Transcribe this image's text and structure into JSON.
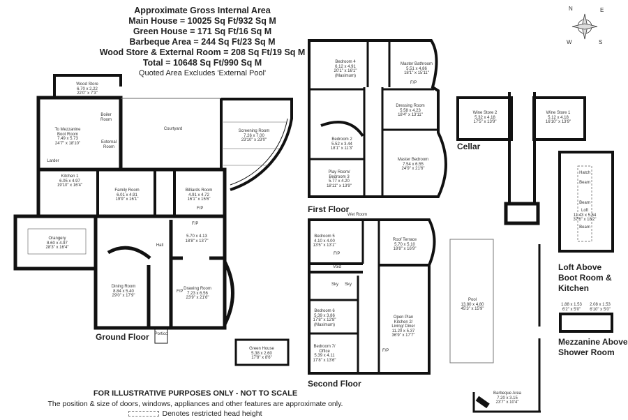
{
  "header": {
    "title": "Approximate Gross Internal Area",
    "lines": [
      "Main House = 10025 Sq Ft/932 Sq M",
      "Green House = 171 Sq Ft/16 Sq M",
      "Barbeque Area  = 244 Sq Ft/23 Sq M",
      "Wood Store & External Room = 208 Sq Ft/19 Sq M",
      "Total = 10648 Sq Ft/990 Sq M"
    ],
    "note": "Quoted Area Excludes 'External Pool'"
  },
  "compass": {
    "n": "N",
    "e": "E",
    "s": "S",
    "w": "W"
  },
  "ground_floor": {
    "title": "Ground Floor",
    "fp": "F/P",
    "rooms": [
      {
        "name": "Wood Store",
        "metric": "6.70 x 2.22",
        "imperial": "22'0\" x 7'3\""
      },
      {
        "note": "To Mezzanine",
        "name": "Boot Room",
        "metric": "7.49 x 5.73",
        "imperial": "24'7\" x 18'10\""
      },
      {
        "name": "Boiler",
        "name2": "Room"
      },
      {
        "name": "External",
        "name2": "Room"
      },
      {
        "name": "Larder"
      },
      {
        "name": "Courtyard"
      },
      {
        "name": "Screening Room",
        "metric": "7.26 x 7.00",
        "imperial": "23'10\" x 23'0\""
      },
      {
        "name": "Kitchen 1",
        "metric": "6.05 x 4.97",
        "imperial": "19'10\" x 16'4\""
      },
      {
        "name": "Family Room",
        "metric": "6.01 x 4.91",
        "imperial": "19'9\" x 16'1\""
      },
      {
        "name": "Billiards Room",
        "metric": "4.91 x 4.72",
        "imperial": "16'1\" x 15'6\""
      },
      {
        "name": "Orangery",
        "metric": "8.60 x 4.97",
        "imperial": "28'3\" x 16'4\""
      },
      {
        "name": "Hall"
      },
      {
        "metric": "5.70 x 4.13",
        "imperial": "18'8\" x 13'7\""
      },
      {
        "name": "Dining Room",
        "metric": "8.84 x 5.40",
        "imperial": "29'0\" x 17'9\""
      },
      {
        "name": "Drawing Room",
        "metric": "7.23 x 6.56",
        "imperial": "23'9\" x 21'6\""
      },
      {
        "name": "Portico"
      }
    ]
  },
  "green_house": {
    "name": "Green House",
    "metric": "5.38 x 2.60",
    "imperial": "17'8\" x 8'6\""
  },
  "first_floor": {
    "title": "First Floor",
    "fp": "F/P",
    "rooms": [
      {
        "name": "Bedroom 4",
        "metric": "6.12 x 4.91",
        "imperial": "20'1\" x 16'1\"",
        "note": "(Maximum)"
      },
      {
        "name": "Master Bathroom",
        "metric": "5.51 x 4.86",
        "imperial": "18'1\" x 15'11\""
      },
      {
        "name": "Dressing Room",
        "metric": "5.58 x 4.23",
        "imperial": "18'4\" x 13'11\""
      },
      {
        "name": "Bedroom 2",
        "metric": "5.52 x 3.44",
        "imperial": "18'1\" x 11'3\""
      },
      {
        "name": "Master Bedroom",
        "metric": "7.54 x 6.55",
        "imperial": "24'9\" x 21'6\""
      },
      {
        "name": "Play Room/",
        "name2": "Bedroom 3",
        "metric": "5.77 x 4.20",
        "imperial": "18'11\" x 13'9\""
      }
    ]
  },
  "second_floor": {
    "title": "Second Floor",
    "fp": "F/P",
    "sky": "Sky",
    "rooms": [
      {
        "name": "Wet Room"
      },
      {
        "name": "Bedroom 5",
        "metric": "4.10 x 4.00",
        "imperial": "13'5\" x 13'1\""
      },
      {
        "name": "Roof Terrace",
        "metric": "5.70 x 5.10",
        "imperial": "18'8\" x 16'9\""
      },
      {
        "name": "Void"
      },
      {
        "name": "Bedroom 6",
        "metric": "5.39 x 3.86",
        "imperial": "17'8\" x 12'8\"",
        "note": "(Maximum)"
      },
      {
        "name": "Open Plan",
        "name2": "Kitchen 2/",
        "name3": "Living/ Diner",
        "metric": "11.20 x 5.37",
        "imperial": "36'9\" x 17'7\""
      },
      {
        "name": "Bedroom 7/",
        "name2": "Office",
        "metric": "5.39 x 4.11",
        "imperial": "17'8\" x 13'6\""
      }
    ]
  },
  "cellar": {
    "title": "Cellar",
    "rooms": [
      {
        "name": "Wine Store 2",
        "metric": "5.32 x 4.18",
        "imperial": "17'5\" x 13'9\""
      },
      {
        "name": "Wine Store 1",
        "metric": "5.12 x 4.18",
        "imperial": "16'10\" x 13'9\""
      }
    ]
  },
  "loft": {
    "title_lines": [
      "Loft Above",
      "Boot Room &",
      "Kitchen"
    ],
    "hatch": "Hatch",
    "beam": "Beam",
    "name": "Loft",
    "metric": "11.43 x 5.54",
    "imperial": "37'6\" x 18'2\""
  },
  "pool": {
    "name": "Pool",
    "metric": "13.80 x 4.80",
    "imperial": "45'3\" x 15'9\""
  },
  "barbeque": {
    "name": "Barbeque Area",
    "metric": "7.20 x 3.15",
    "imperial": "23'7\" x 10'4\""
  },
  "mezzanine": {
    "title_lines": [
      "Mezzanine Above",
      "Shower Room"
    ],
    "dims": [
      {
        "metric": "1.88 x 1.53",
        "imperial": "6'2\" x 5'0\""
      },
      {
        "metric": "2.08 x 1.53",
        "imperial": "6'10\" x 5'0\""
      }
    ]
  },
  "footer": {
    "disclaimer": "FOR ILLUSTRATIVE PURPOSES ONLY - NOT TO SCALE",
    "position_note": "The position & size of doors, windows, appliances and other features are approximate only.",
    "key": "Denotes restricted head height"
  }
}
